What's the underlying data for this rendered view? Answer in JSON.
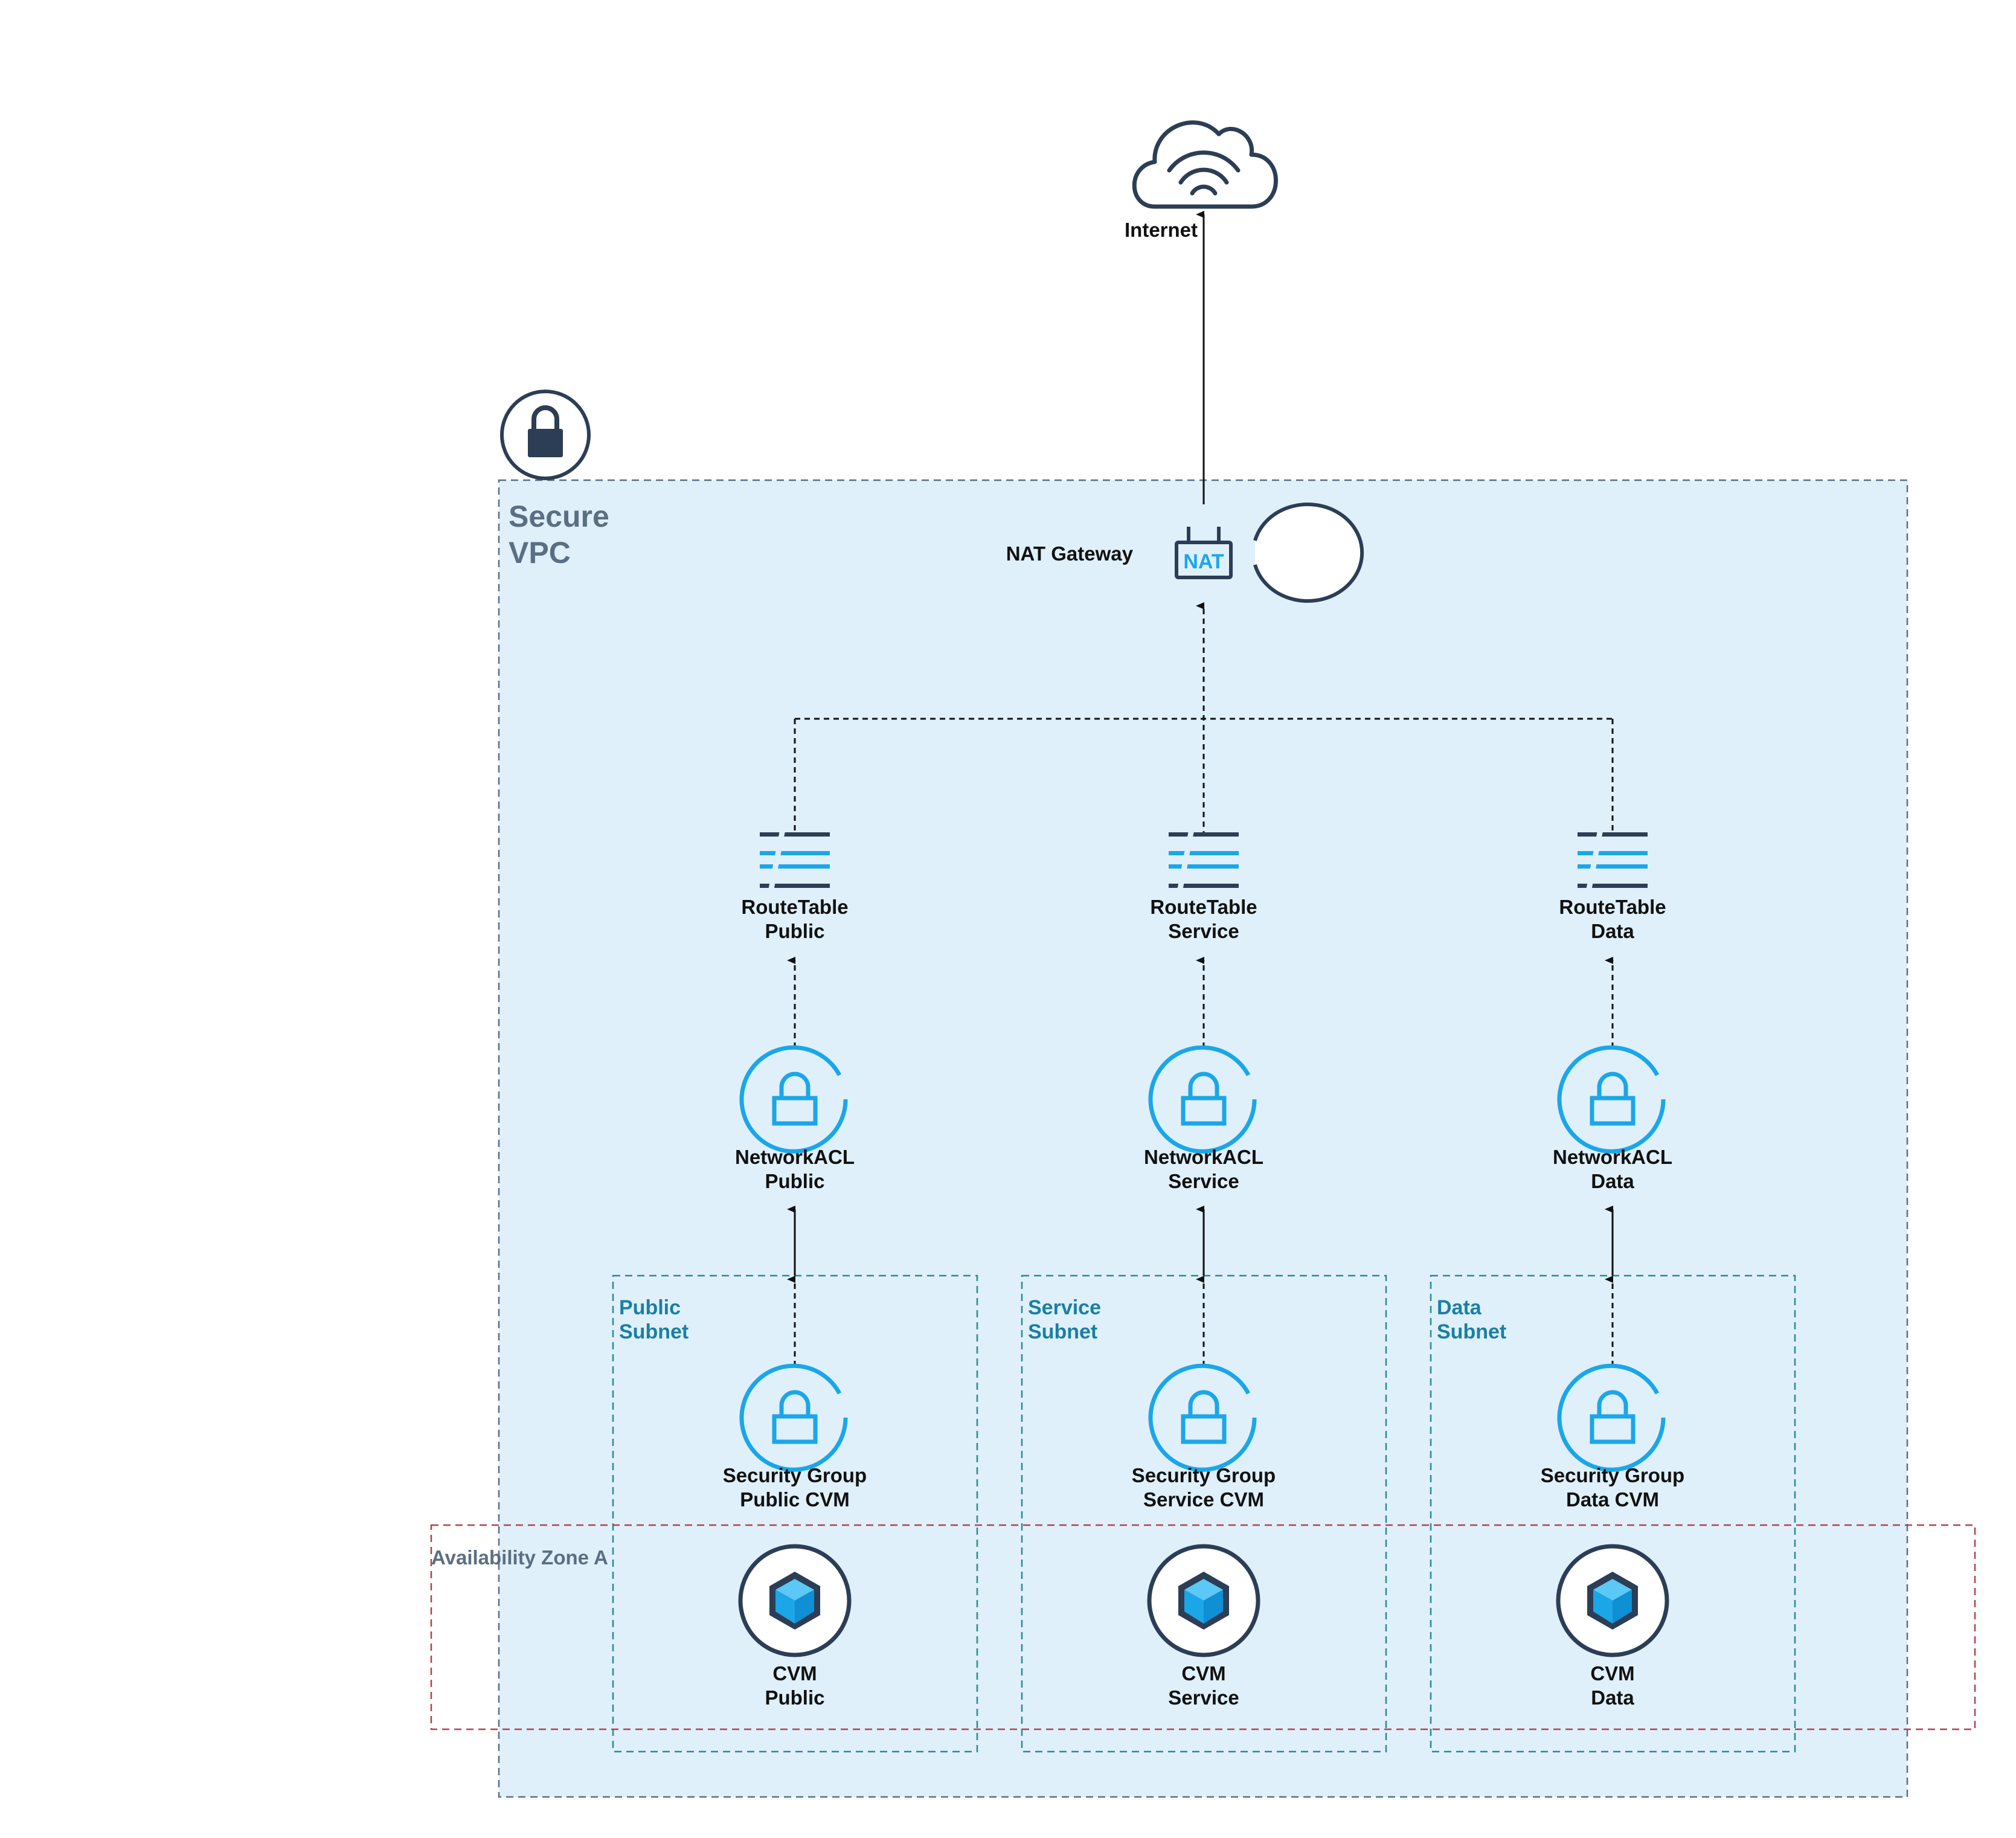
{
  "internet": {
    "label": "Internet"
  },
  "nat": {
    "label": "NAT Gateway",
    "icon_text": "NAT",
    "icon": "nat-gateway-icon"
  },
  "vpc": {
    "label_line1": "Secure",
    "label_line2": "VPC",
    "icon": "lock-icon"
  },
  "availability_zone": {
    "label": "Availability Zone A"
  },
  "columns": [
    {
      "id": "public",
      "subnet": {
        "line1": "Public",
        "line2": "Subnet"
      },
      "route_table": {
        "line1": "RouteTable",
        "line2": "Public"
      },
      "network_acl": {
        "line1": "NetworkACL",
        "line2": "Public"
      },
      "security_group": {
        "line1": "Security Group",
        "line2": "Public CVM"
      },
      "cvm": {
        "line1": "CVM",
        "line2": "Public"
      }
    },
    {
      "id": "service",
      "subnet": {
        "line1": "Service",
        "line2": "Subnet"
      },
      "route_table": {
        "line1": "RouteTable",
        "line2": "Service"
      },
      "network_acl": {
        "line1": "NetworkACL",
        "line2": "Service"
      },
      "security_group": {
        "line1": "Security Group",
        "line2": "Service CVM"
      },
      "cvm": {
        "line1": "CVM",
        "line2": "Service"
      }
    },
    {
      "id": "data",
      "subnet": {
        "line1": "Data",
        "line2": "Subnet"
      },
      "route_table": {
        "line1": "RouteTable",
        "line2": "Data"
      },
      "network_acl": {
        "line1": "NetworkACL",
        "line2": "Data"
      },
      "security_group": {
        "line1": "Security Group",
        "line2": "Data CVM"
      },
      "cvm": {
        "line1": "CVM",
        "line2": "Data"
      }
    }
  ],
  "colors": {
    "vpc_fill": "#dff0fb",
    "vpc_border": "#5a6f82",
    "subnet_border": "#2a8a8c",
    "az_border": "#b5404b",
    "icon_dark": "#2c3e55",
    "icon_blue": "#1ba6e8",
    "edge": "#111111"
  }
}
